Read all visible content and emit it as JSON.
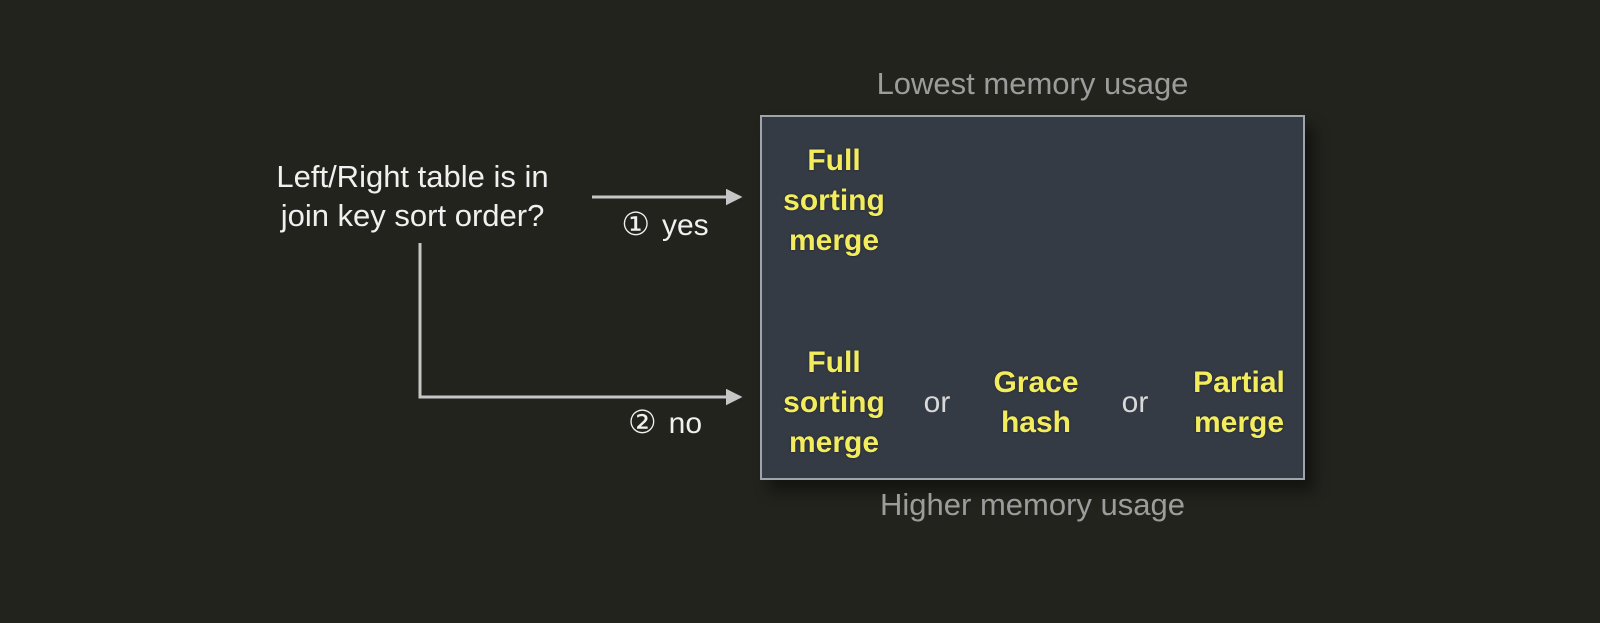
{
  "diagram": {
    "question": "Left/Right table is in\njoin key sort order?",
    "branch_yes": {
      "marker": "①",
      "label": "yes"
    },
    "branch_no": {
      "marker": "②",
      "label": "no"
    },
    "caption_top": "Lowest memory usage",
    "caption_bottom": "Higher memory usage",
    "sorted_row": {
      "algorithm": "Full\nsorting\nmerge"
    },
    "unsorted_row": {
      "algorithm_1": "Full\nsorting\nmerge",
      "separator_1": "or",
      "algorithm_2": "Grace\nhash",
      "separator_2": "or",
      "algorithm_3": "Partial\nmerge"
    },
    "colors": {
      "background": "#22231d",
      "box_fill": "#353b45",
      "box_border": "#a0a4ab",
      "algorithm_text": "#f3ed5e",
      "caption_text": "#9c9c9c",
      "question_text": "#f0f0f0",
      "connector": "#c6c6c6",
      "or_text": "#d9d9d9"
    }
  }
}
